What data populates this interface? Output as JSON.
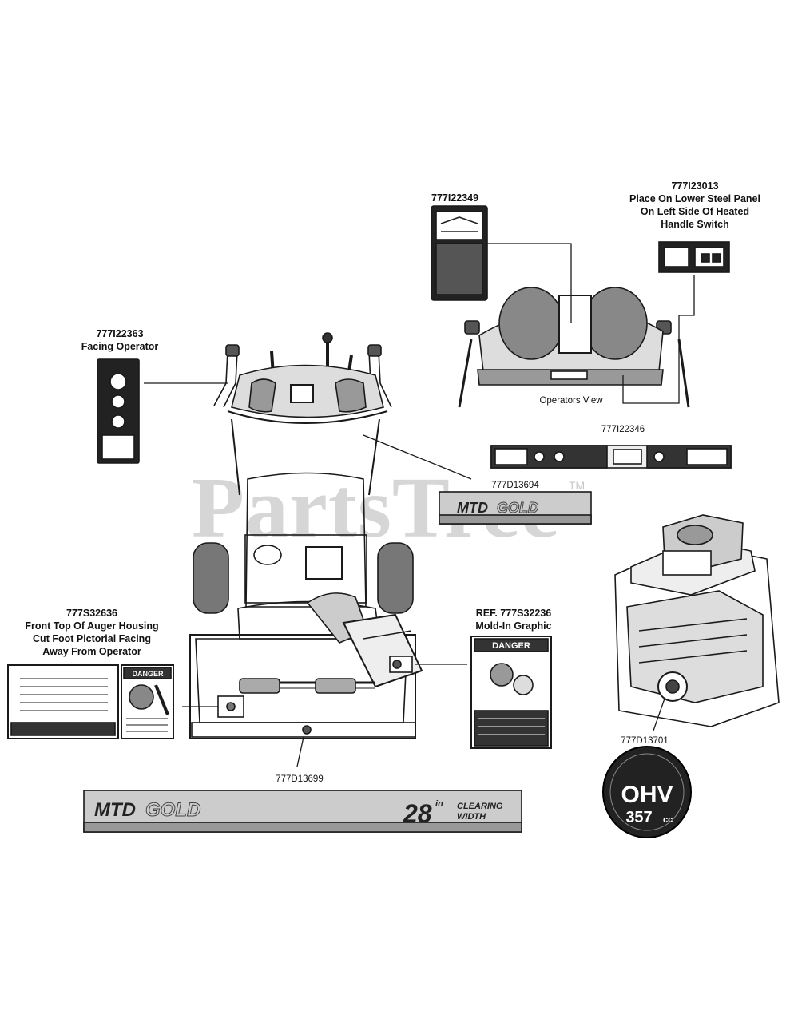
{
  "watermark": {
    "brand": "PartsTree",
    "trademark": "TM"
  },
  "parts": {
    "decal_22349": {
      "number": "777I22349"
    },
    "decal_23013": {
      "number": "777I23013",
      "note": [
        "Place On Lower Steel Panel",
        "On Left Side Of Heated",
        "Handle Switch"
      ]
    },
    "decal_22363": {
      "number": "777I22363",
      "note": [
        "Facing Operator"
      ]
    },
    "operators_view": {
      "caption": "Operators View"
    },
    "decal_22346": {
      "number": "777I22346"
    },
    "decal_13694": {
      "number": "777D13694"
    },
    "decal_32636": {
      "number": "777S32636",
      "note": [
        "Front Top Of Auger Housing",
        "Cut Foot Pictorial Facing",
        "Away From Operator"
      ]
    },
    "decal_32236": {
      "number": "REF. 777S32236",
      "note": [
        "Mold-In Graphic"
      ]
    },
    "decal_13699": {
      "number": "777D13699"
    },
    "decal_13701": {
      "number": "777D13701"
    }
  },
  "decal_text": {
    "mtd": "MTD",
    "gold": "GOLD",
    "clearing_size": "28",
    "clearing_unit": "in",
    "clearing_words": [
      "CLEARING",
      "WIDTH"
    ],
    "danger_word": "DANGER",
    "ohv_word": "OHV",
    "displacement": "357",
    "displacement_unit": "cc"
  }
}
